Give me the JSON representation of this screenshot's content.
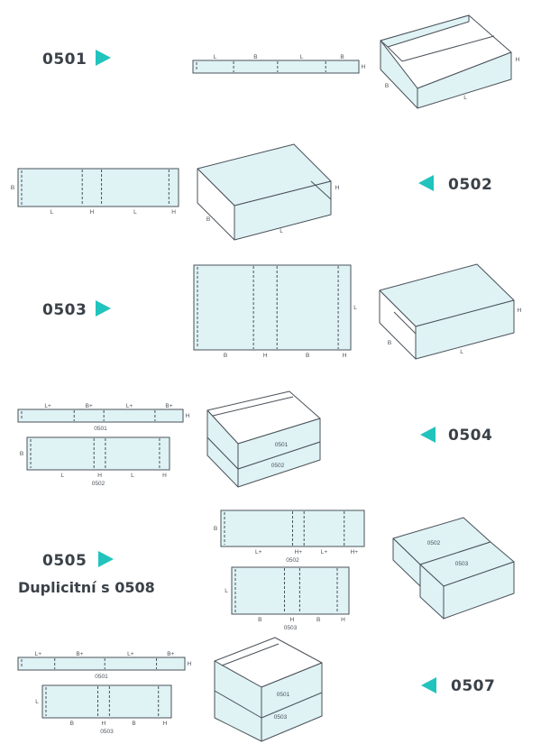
{
  "palette": {
    "panel": "#dff2f4",
    "line": "#4a525a",
    "arrow": "#21c3bd",
    "text": "#3a4148"
  },
  "notes": {
    "duplicate": "Duplicitní s 0508"
  },
  "rows": [
    {
      "code": "0501",
      "arrow": "right",
      "flat_labels": [
        "L",
        "B",
        "L",
        "B"
      ],
      "flat_end": "H",
      "box_labels": {
        "b": "B",
        "l": "L",
        "h": "H"
      }
    },
    {
      "code": "0502",
      "arrow": "left",
      "flat_labels": [
        "L",
        "H",
        "L",
        "H"
      ],
      "flat_end": "B",
      "box_labels": {
        "b": "B",
        "l": "L",
        "h": "H"
      }
    },
    {
      "code": "0503",
      "arrow": "right",
      "flat_labels": [
        "B",
        "H",
        "B",
        "H"
      ],
      "flat_end": "L",
      "box_labels": {
        "b": "B",
        "l": "L",
        "h": "H"
      }
    },
    {
      "code": "0504",
      "arrow": "left",
      "flat_a": {
        "labels": [
          "L+",
          "B+",
          "L+",
          "B+"
        ],
        "end": "H",
        "caption": "0501"
      },
      "flat_b": {
        "labels": [
          "L",
          "H",
          "L",
          "H"
        ],
        "end": "B",
        "caption": "0502"
      },
      "box_labels": {
        "top": "0501",
        "bottom": "0502"
      }
    },
    {
      "code": "0505",
      "arrow": "right",
      "flat_a": {
        "labels": [
          "L+",
          "H+",
          "L+",
          "H+"
        ],
        "end": "B",
        "caption": "0502"
      },
      "flat_b": {
        "labels": [
          "B",
          "H",
          "B",
          "H"
        ],
        "end": "L",
        "caption": "0503"
      },
      "box_labels": {
        "top": "0502",
        "bottom": "0503"
      }
    },
    {
      "code": "0507",
      "arrow": "left",
      "flat_a": {
        "labels": [
          "L+",
          "B+",
          "L+",
          "B+"
        ],
        "end": "H",
        "caption": "0501"
      },
      "flat_b": {
        "labels": [
          "B",
          "H",
          "B",
          "H"
        ],
        "end": "L",
        "caption": "0503"
      },
      "box_labels": {
        "top": "0501",
        "bottom": "0503"
      }
    }
  ]
}
